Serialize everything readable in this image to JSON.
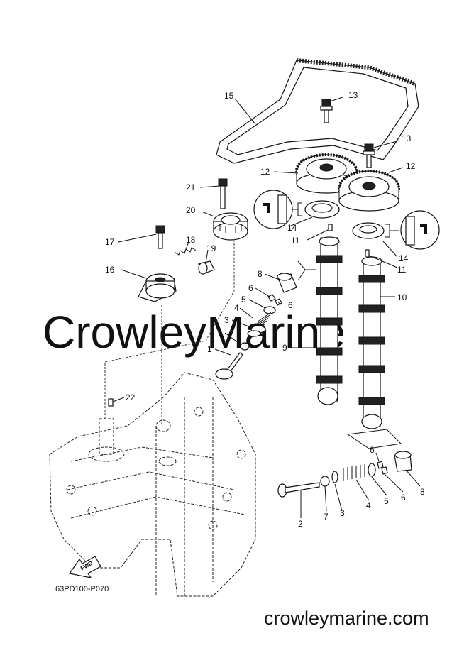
{
  "watermark": "CrowleyMarine",
  "diagram_code": "63PD100-P070",
  "site_footer": "crowleymarine.com",
  "fwd_arrow_label": "FWD",
  "callouts": {
    "c1": "1",
    "c2": "2",
    "c3a": "3",
    "c3b": "3",
    "c4a": "4",
    "c4b": "4",
    "c5a": "5",
    "c5b": "5",
    "c6a": "6",
    "c6b": "6",
    "c6c": "6",
    "c6d": "6",
    "c7a": "7",
    "c7b": "7",
    "c8a": "8",
    "c8b": "8",
    "c9": "9",
    "c10": "10",
    "c11a": "11",
    "c11b": "11",
    "c12a": "12",
    "c12b": "12",
    "c13a": "13",
    "c13b": "13",
    "c14a": "14",
    "c14b": "14",
    "c15": "15",
    "c16": "16",
    "c17": "17",
    "c18": "18",
    "c19": "19",
    "c20": "20",
    "c21": "21",
    "c22": "22"
  }
}
